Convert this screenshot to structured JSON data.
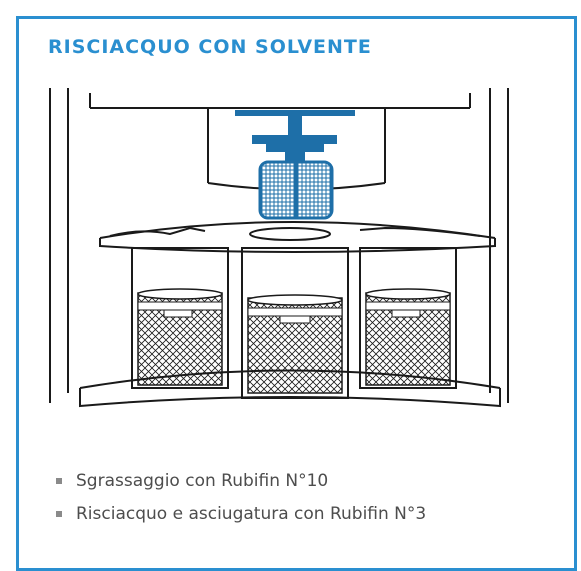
{
  "title": "RISCIACQUO CON SOLVENTE",
  "bullets": [
    {
      "text": "Sgrassaggio con Rubifin N°10"
    },
    {
      "text": "Risciacquo e asciugatura con Rubifin N°3"
    }
  ],
  "colors": {
    "accent": "#2a8fd0",
    "line": "#1a1a1a",
    "bullet_text": "#4d4d4d"
  }
}
